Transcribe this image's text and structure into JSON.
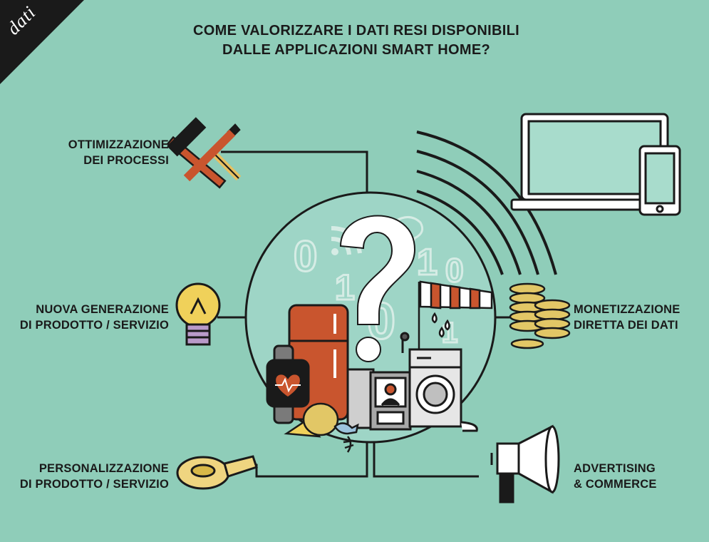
{
  "corner_tag": "dati",
  "title": {
    "line1": "COME VALORIZZARE I DATI RESI DISPONIBILI",
    "line2": "DALLE APPLICAZIONI SMART HOME?"
  },
  "labels": {
    "processi": [
      "OTTIMIZZAZIONE",
      "DEI PROCESSI"
    ],
    "nuova": [
      "NUOVA GENERAZIONE",
      "DI PRODOTTO / SERVIZIO"
    ],
    "personalizzazione": [
      "PERSONALIZZAZIONE",
      "DI PRODOTTO / SERVIZIO"
    ],
    "monetizzazione": [
      "MONETIZZAZIONE",
      "DIRETTA DEI DATI"
    ],
    "advertising": [
      "ADVERTISING",
      "& COMMERCE"
    ]
  },
  "binary_glyphs": [
    "0",
    "1",
    "0",
    "1",
    "0",
    "1"
  ],
  "colors": {
    "background": "#8fcdb9",
    "circle": "#9ed5c6",
    "ink": "#1a1a1a",
    "accent": "#c9552e"
  }
}
